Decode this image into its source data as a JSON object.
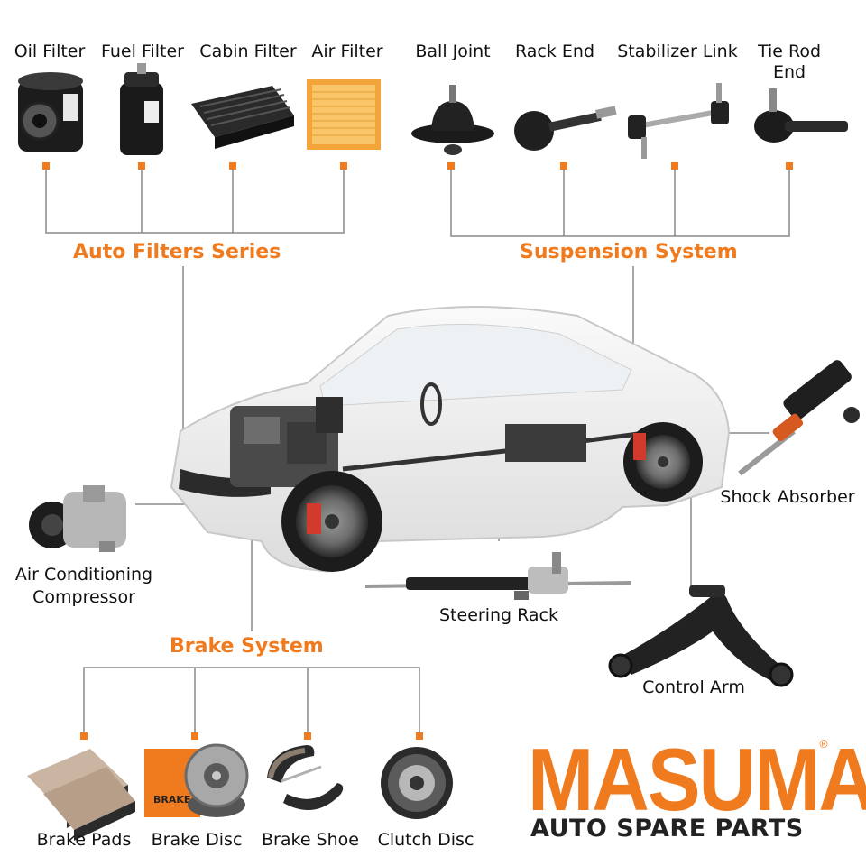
{
  "filters": {
    "group_label": "Auto Filters Series",
    "items": [
      "Oil Filter",
      "Fuel Filter",
      "Cabin Filter",
      "Air Filter"
    ]
  },
  "suspension": {
    "group_label": "Suspension System",
    "items": [
      "Ball Joint",
      "Rack End",
      "Stabilizer Link",
      "Tie Rod\nEnd"
    ]
  },
  "side_parts": {
    "shock_absorber": "Shock Absorber",
    "ac_compressor": "Air Conditioning\nCompressor",
    "steering_rack": "Steering Rack",
    "control_arm": "Control Arm"
  },
  "brake": {
    "group_label": "Brake System",
    "items": [
      "Brake Pads",
      "Brake Disc",
      "Brake Shoe",
      "Clutch Disc"
    ]
  },
  "brand": {
    "name": "MASUMA",
    "registered_mark": "®",
    "tagline": "AUTO SPARE PARTS",
    "box_text": "BRAKE D"
  },
  "colors": {
    "accent": "#f07a1e",
    "connector": "#8a8a8a"
  }
}
